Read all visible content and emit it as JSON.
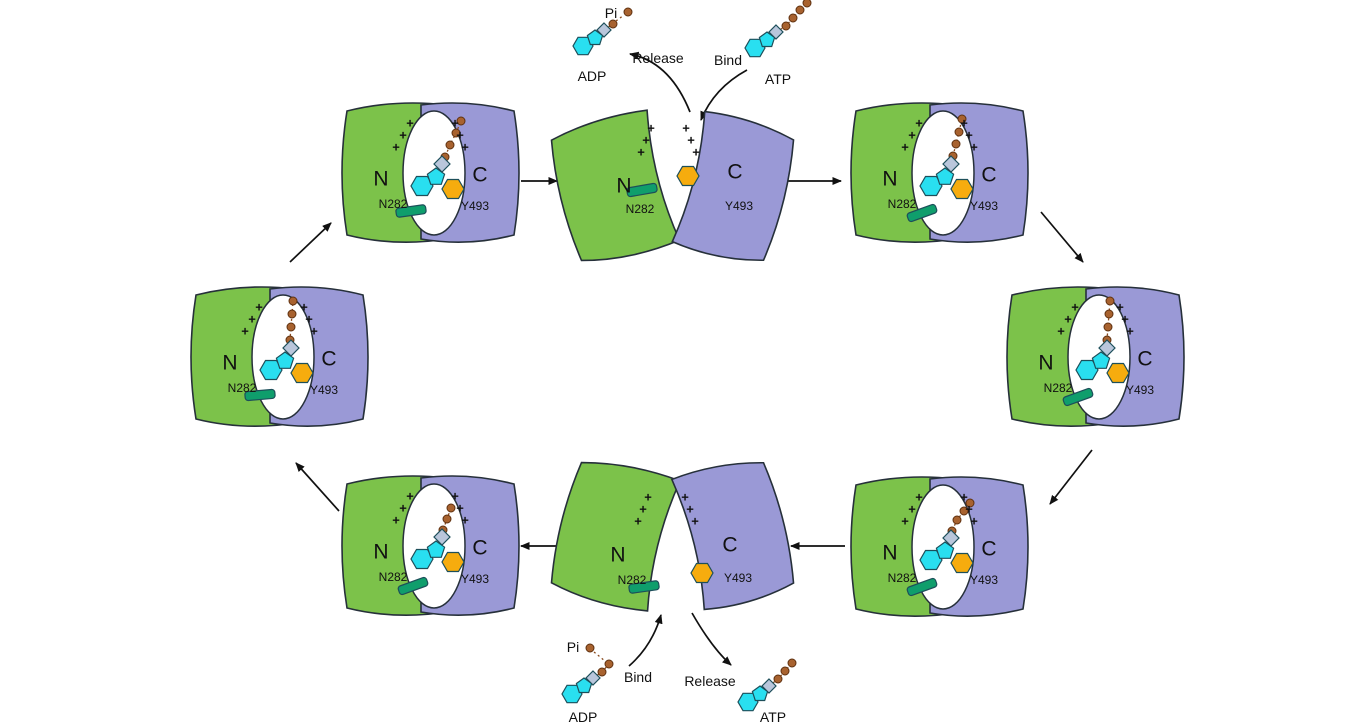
{
  "figure": {
    "enzyme": {
      "n_lobe_label": "N",
      "c_lobe_label": "C",
      "n_residue_label": "N282",
      "c_residue_label": "Y493",
      "charge_symbol": "+"
    },
    "top_annotations": {
      "pi": "Pi",
      "adp": "ADP",
      "release": "Release",
      "bind": "Bind",
      "atp": "ATP"
    },
    "bottom_annotations": {
      "pi": "Pi",
      "adp": "ADP",
      "bind": "Bind",
      "release": "Release",
      "atp": "ATP"
    },
    "colors": {
      "n_lobe": "#7cc24a",
      "c_lobe": "#9a99d6",
      "cavity": "#ffffff",
      "adenine": "#29dff0",
      "ribose": "#b9c6db",
      "substrate_ring": "#f6ac0e",
      "phosphate": "#a8622f",
      "residue_stick": "#0f9e6c",
      "outline": "#26303a",
      "arrow": "#111111",
      "background": "#ffffff"
    },
    "states": [
      {
        "id": "top-left",
        "conformation": "closed"
      },
      {
        "id": "top-center",
        "conformation": "open"
      },
      {
        "id": "top-right",
        "conformation": "closed"
      },
      {
        "id": "right-middle",
        "conformation": "closed"
      },
      {
        "id": "bottom-right",
        "conformation": "closed"
      },
      {
        "id": "bottom-center",
        "conformation": "open"
      },
      {
        "id": "bottom-left",
        "conformation": "closed"
      },
      {
        "id": "left-middle",
        "conformation": "closed"
      }
    ]
  }
}
